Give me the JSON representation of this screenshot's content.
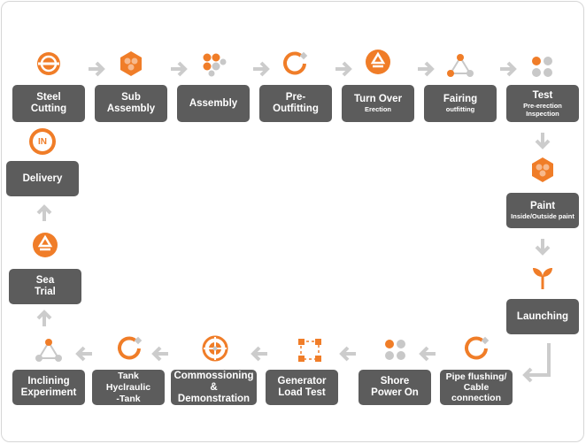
{
  "steps": [
    {
      "title": "Steel\nCutting",
      "sub": ""
    },
    {
      "title": "Sub\nAssembly",
      "sub": ""
    },
    {
      "title": "Assembly",
      "sub": ""
    },
    {
      "title": "Pre-\nOutfitting",
      "sub": ""
    },
    {
      "title": "Turn Over",
      "sub": "Erection"
    },
    {
      "title": "Fairing",
      "sub": "outfitting"
    },
    {
      "title": "Test",
      "sub": "Pre-erection\nInspection"
    },
    {
      "title": "Paint",
      "sub": "Inside/Outside paint"
    },
    {
      "title": "Launching",
      "sub": ""
    },
    {
      "title": "Pipe flushing/\nCable\nconnection",
      "sub": ""
    },
    {
      "title": "Shore\nPower On",
      "sub": ""
    },
    {
      "title": "Generator\nLoad Test",
      "sub": ""
    },
    {
      "title": "Commossioning\n& Demonstration",
      "sub": ""
    },
    {
      "title": "Tank Hyclraulic\n-Tank",
      "sub": ""
    },
    {
      "title": "Inclining\nExperiment",
      "sub": ""
    },
    {
      "title": "Sea\nTrial",
      "sub": ""
    },
    {
      "title": "Delivery",
      "sub": ""
    }
  ],
  "delivery_badge": "IN",
  "colors": {
    "accent": "#f07d28",
    "box": "#5c5c5c",
    "arrow": "#cccccc",
    "dot": "#c8c8c8"
  }
}
